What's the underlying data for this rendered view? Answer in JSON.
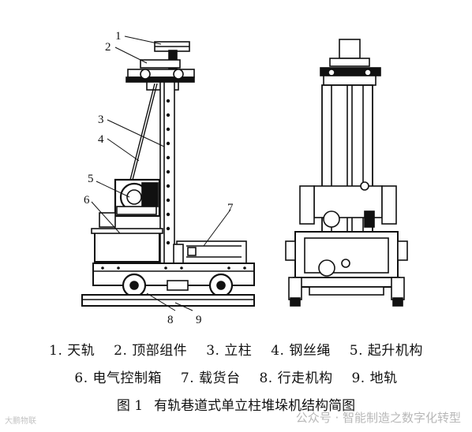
{
  "callouts": {
    "c1": "1",
    "c2": "2",
    "c3": "3",
    "c4": "4",
    "c5": "5",
    "c6": "6",
    "c7": "7",
    "c8": "8",
    "c9": "9"
  },
  "legend": {
    "row1": [
      "1. 天轨",
      "2. 顶部组件",
      "3. 立柱",
      "4. 钢丝绳",
      "5. 起升机构"
    ],
    "row2": [
      "6. 电气控制箱",
      "7. 载货台",
      "8. 行走机构",
      "9. 地轨"
    ]
  },
  "caption": {
    "figure_number": "图 1",
    "title": "有轨巷道式单立柱堆垛机结构简图"
  },
  "watermarks": {
    "right": "公众号 · 智能制造之数字化转型",
    "left": "大鹏物联"
  }
}
